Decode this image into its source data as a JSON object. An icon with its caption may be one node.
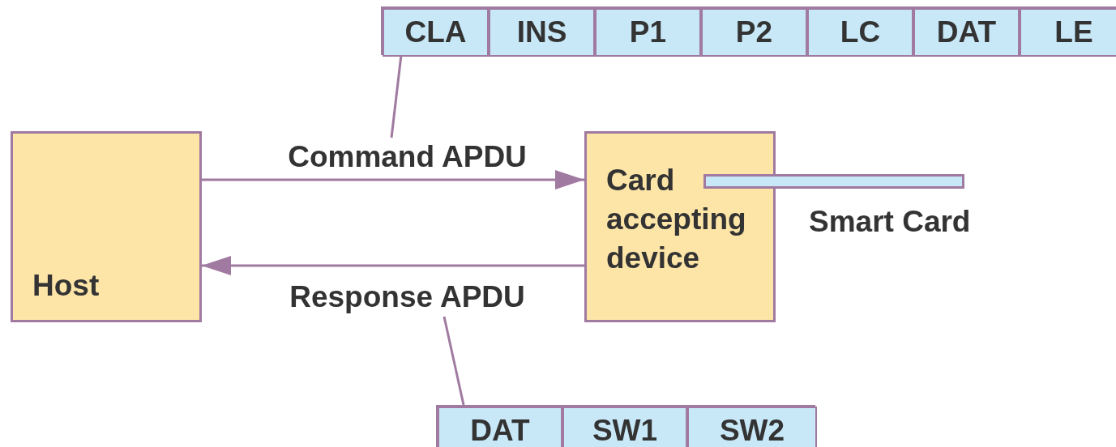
{
  "diagram": {
    "nodes": [
      {
        "text": [],
        "shape": "bar"
      },
      {
        "text": [
          "CLA"
        ],
        "in": 0
      },
      {
        "text": [
          "INS"
        ],
        "in": 0
      },
      {
        "text": [
          "P1"
        ],
        "in": 0
      },
      {
        "text": [
          "P2"
        ],
        "in": 0
      },
      {
        "text": [
          "LC"
        ],
        "in": 0
      },
      {
        "text": [
          "DAT"
        ],
        "in": 0
      },
      {
        "text": [
          "LE"
        ],
        "in": 0
      },
      {
        "text": [
          "Command APDU"
        ]
      },
      {
        "text": [
          "Host"
        ]
      },
      {
        "text": [
          "Card accepting device"
        ]
      },
      {
        "text": [],
        "shape": "bar",
        "beside": [
          "Smart Card"
        ]
      },
      {
        "text": [
          "Response APDU"
        ]
      },
      {
        "text": [],
        "shape": "bar"
      },
      {
        "text": [
          "DAT"
        ],
        "in": 13
      },
      {
        "text": [
          "SW1"
        ],
        "in": 13
      },
      {
        "text": [
          "SW2"
        ],
        "in": 13
      }
    ],
    "edges": [
      {
        "from": 8,
        "to": 0,
        "arrow": "none"
      },
      {
        "from": 9,
        "to": 10,
        "arrow": "to"
      },
      {
        "from": 10,
        "to": 9,
        "arrow": "to"
      },
      {
        "from": 12,
        "to": 13,
        "arrow": "none"
      }
    ]
  }
}
